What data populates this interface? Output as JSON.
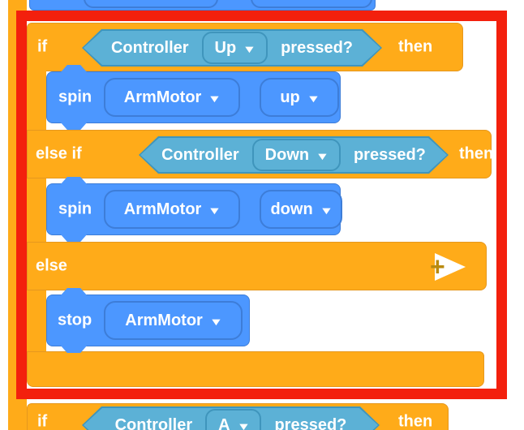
{
  "colors": {
    "control_orange": "#FFAB19",
    "motion_blue": "#4C97FF",
    "sensing_teal": "#5CB1D6",
    "highlight_red": "#F3200D",
    "expand_plus_gold": "#B98A0E",
    "text_white": "#FFFFFF"
  },
  "icons": {
    "dropdown_caret": "▼",
    "expand_plus": "+"
  },
  "workspace": {
    "if_up_block": {
      "if": "if",
      "then": "then",
      "condition": {
        "device": "Controller",
        "button": "Up",
        "question": "pressed?"
      }
    },
    "spin_up_block": {
      "action": "spin",
      "motor": "ArmMotor",
      "direction": "up"
    },
    "else_if_block": {
      "label": "else if",
      "then": "then",
      "condition": {
        "device": "Controller",
        "button": "Down",
        "question": "pressed?"
      }
    },
    "spin_down_block": {
      "action": "spin",
      "motor": "ArmMotor",
      "direction": "down"
    },
    "else_block": {
      "label": "else"
    },
    "stop_block": {
      "action": "stop",
      "motor": "ArmMotor"
    },
    "if_a_block": {
      "if": "if",
      "then": "then",
      "condition": {
        "device": "Controller",
        "button": "A",
        "question": "pressed?"
      }
    }
  }
}
